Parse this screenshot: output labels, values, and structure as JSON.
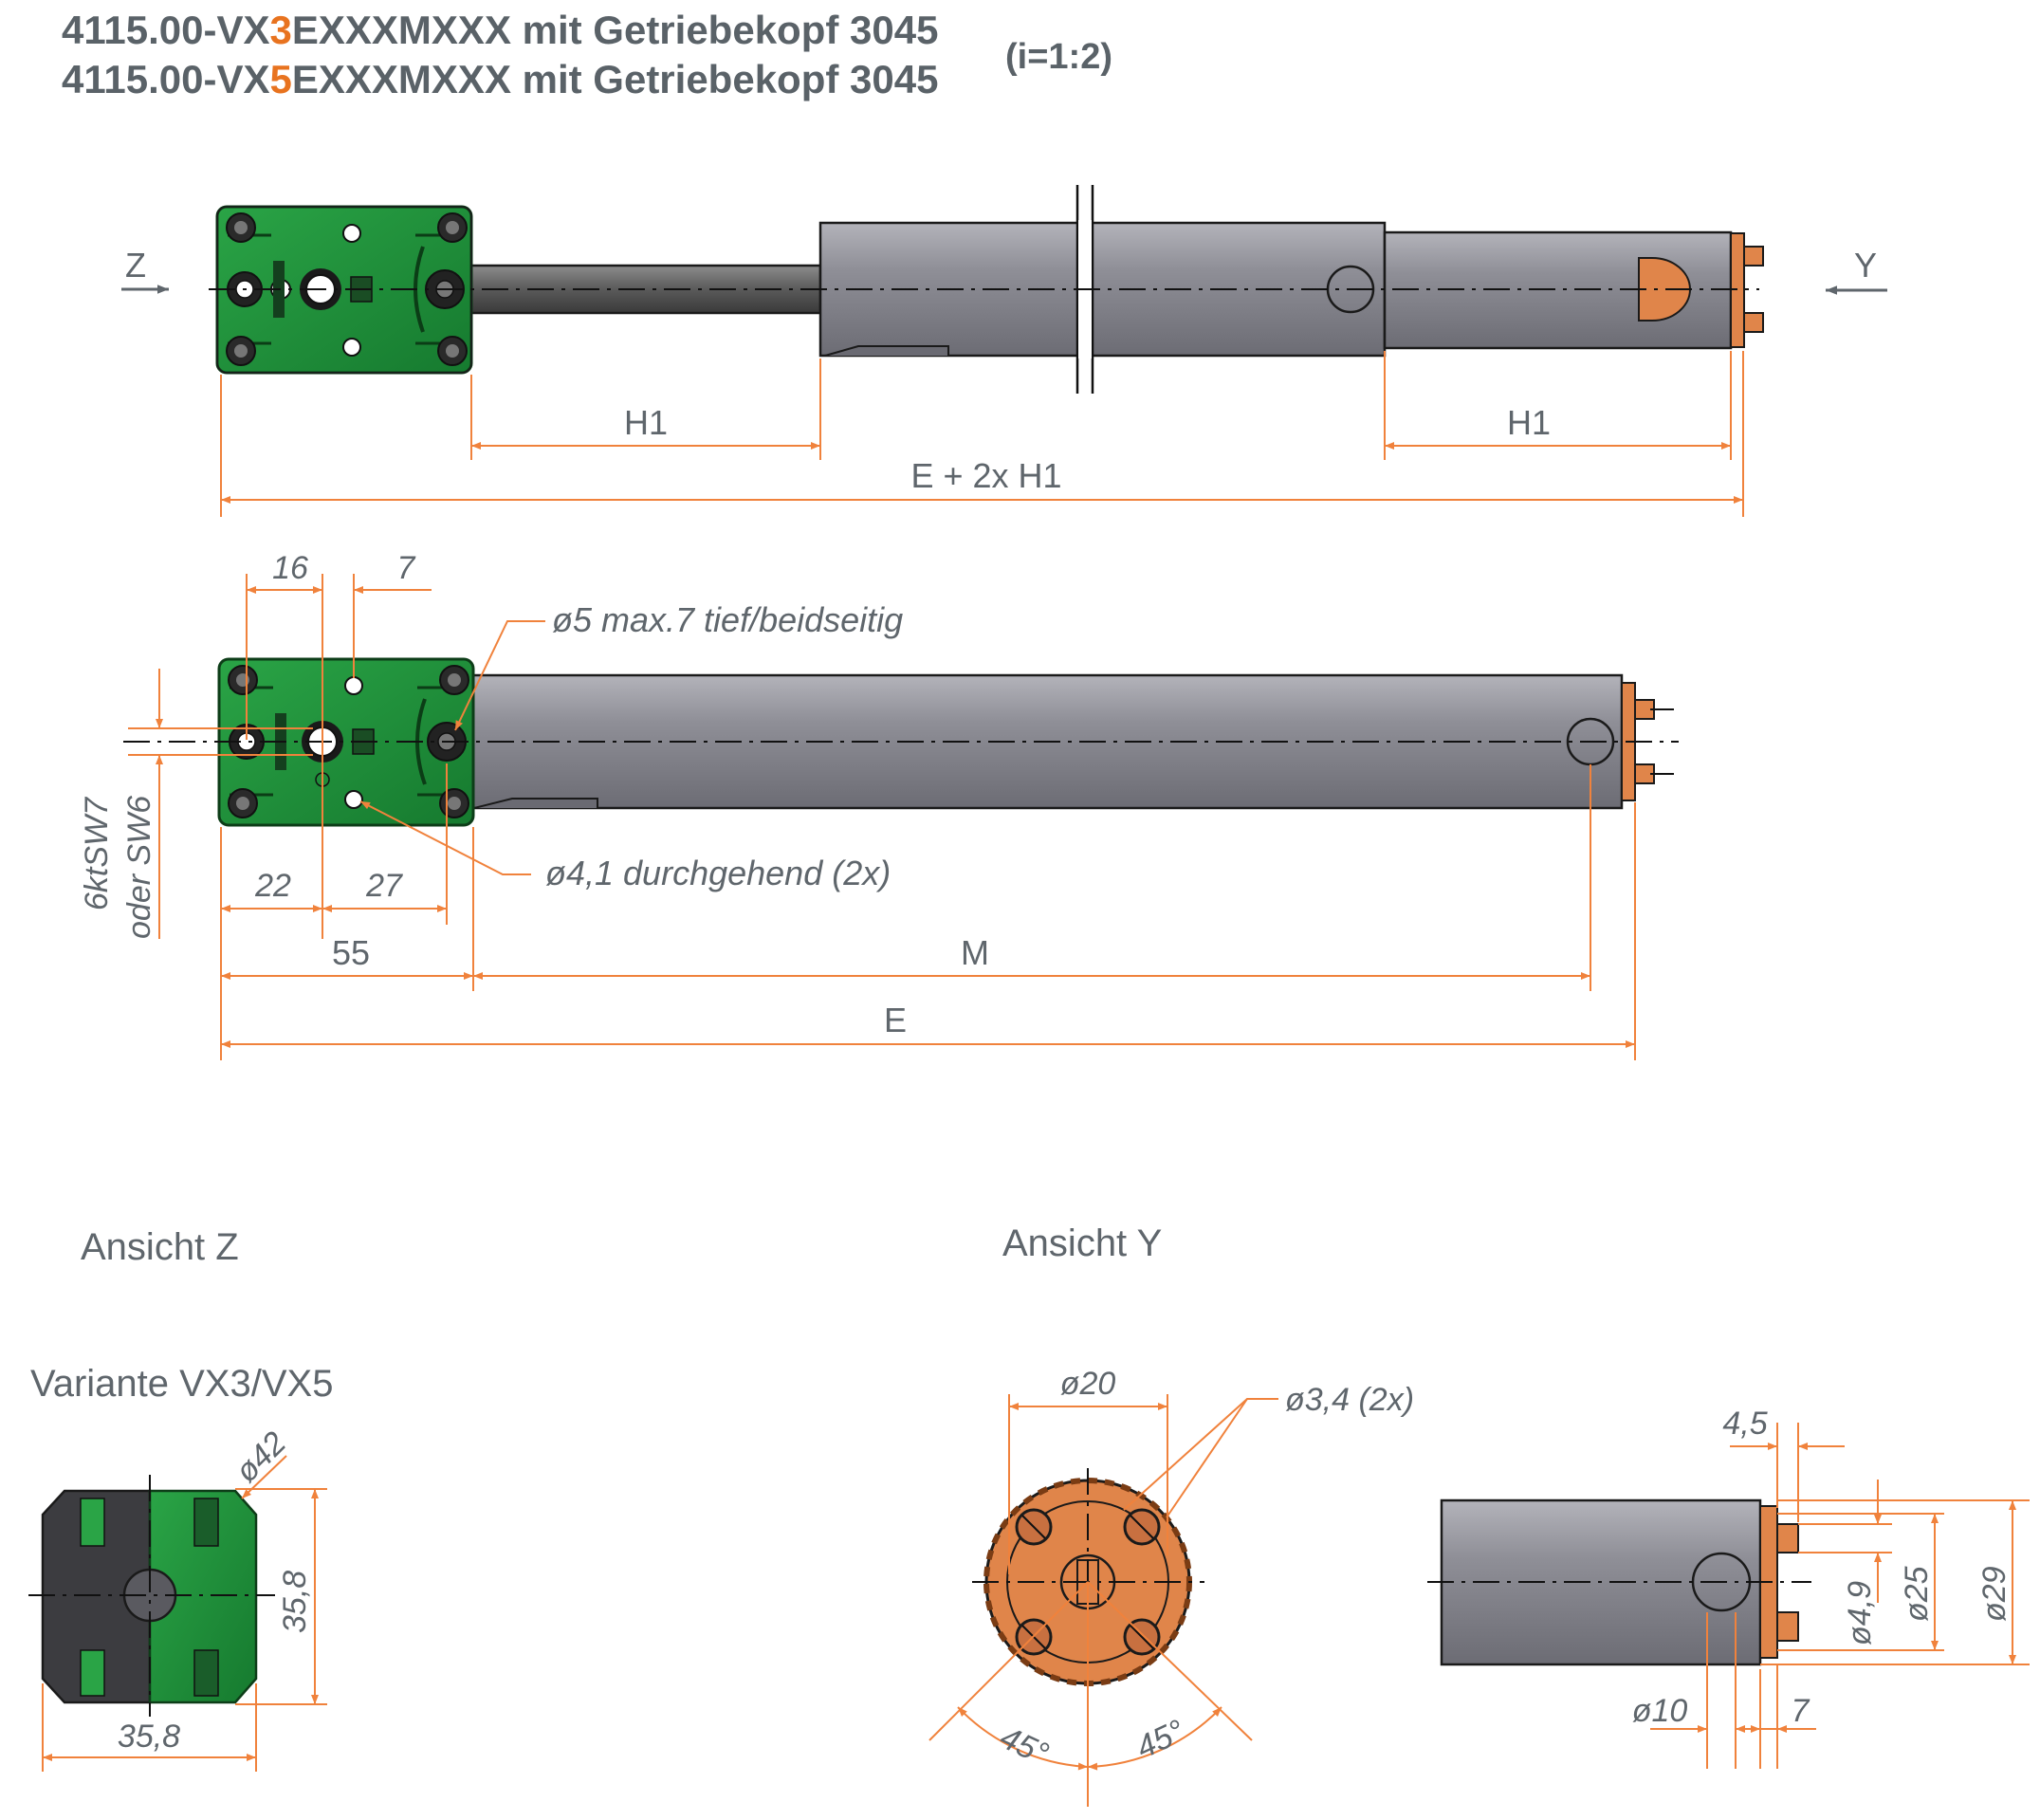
{
  "title": {
    "line1_pre": "4115.00-VX",
    "line1_var": "3",
    "line1_post": "EXXXMXXX mit Getriebekopf 3045",
    "line2_pre": "4115.00-VX",
    "line2_var": "5",
    "line2_post": "EXXXMXXX mit Getriebekopf 3045",
    "ratio": "(i=1:2)"
  },
  "colors": {
    "accent": "#e8731f",
    "dimension": "#f0823c",
    "text": "#5f666c",
    "gearbox": "#1e8f3a",
    "tube": "#8a8a92",
    "bearing": "#e0854a"
  },
  "view_arrows": {
    "z": "Z",
    "y": "Y"
  },
  "top_view": {
    "h1_left": "H1",
    "h1_right": "H1",
    "total": "E + 2x H1"
  },
  "side_view": {
    "dim_16": "16",
    "dim_7": "7",
    "hole_note": "ø5 max.7 tief/beidseitig",
    "through_note": "ø4,1 durchgehend (2x)",
    "hex_line1": "6ktSW7",
    "hex_line2": "oder SW6",
    "dim_22": "22",
    "dim_27": "27",
    "dim_55": "55",
    "dim_m": "M",
    "dim_e": "E"
  },
  "view_z": {
    "label": "Ansicht Z",
    "variant": "Variante VX3/VX5",
    "dia": "ø42",
    "height": "35,8",
    "width": "35,8"
  },
  "view_y": {
    "label": "Ansicht Y",
    "dia20": "ø20",
    "holes": "ø3,4 (2x)",
    "angle_left": "45°",
    "angle_right": "45°"
  },
  "end_detail": {
    "d45": "4,5",
    "d49": "ø4,9",
    "d25": "ø25",
    "d29": "ø29",
    "d10": "ø10",
    "d7": "7"
  },
  "icons": [
    "arrow-right-icon",
    "arrow-left-icon"
  ]
}
